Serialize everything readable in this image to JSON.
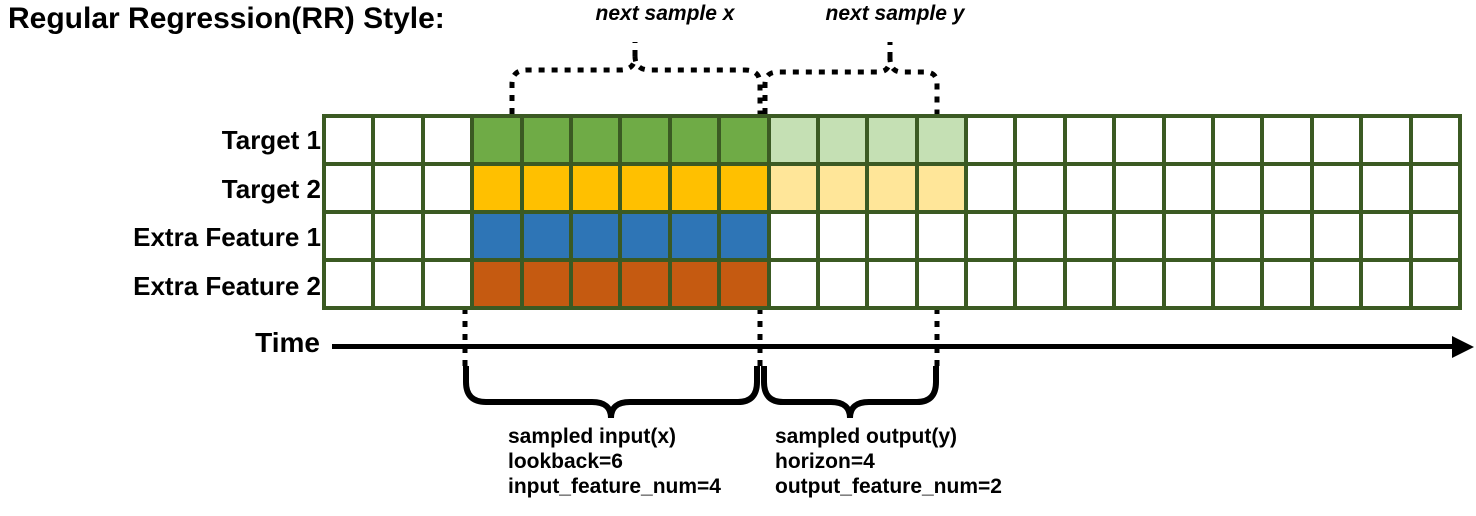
{
  "title": "Regular Regression(RR) Style:",
  "row_labels": [
    "Target 1",
    "Target 2",
    "Extra Feature 1",
    "Extra Feature 2"
  ],
  "time": {
    "label": "Time",
    "arrow": "right-arrow-icon"
  },
  "top_annotations": [
    {
      "text": "next sample x"
    },
    {
      "text": "next sample y"
    }
  ],
  "bottom_annotations": [
    {
      "line1": "sampled input(x)",
      "line2": "lookback=6",
      "line3": "input_feature_num=4"
    },
    {
      "line1": "sampled output(y)",
      "line2": "horizon=4",
      "line3": "output_feature_num=2"
    }
  ],
  "grid": {
    "columns": 23,
    "rows": 4,
    "border_color": "#3b5a23",
    "empty_color": "#ffffff",
    "cell_colors": [
      [
        "#ffffff",
        "#ffffff",
        "#ffffff",
        "#6fab46",
        "#6fab46",
        "#6fab46",
        "#6fab46",
        "#6fab46",
        "#6fab46",
        "#c5e0b4",
        "#c5e0b4",
        "#c5e0b4",
        "#c5e0b4",
        "#ffffff",
        "#ffffff",
        "#ffffff",
        "#ffffff",
        "#ffffff",
        "#ffffff",
        "#ffffff",
        "#ffffff",
        "#ffffff",
        "#ffffff"
      ],
      [
        "#ffffff",
        "#ffffff",
        "#ffffff",
        "#ffc000",
        "#ffc000",
        "#ffc000",
        "#ffc000",
        "#ffc000",
        "#ffc000",
        "#ffe699",
        "#ffe699",
        "#ffe699",
        "#ffe699",
        "#ffffff",
        "#ffffff",
        "#ffffff",
        "#ffffff",
        "#ffffff",
        "#ffffff",
        "#ffffff",
        "#ffffff",
        "#ffffff",
        "#ffffff"
      ],
      [
        "#ffffff",
        "#ffffff",
        "#ffffff",
        "#2e75b6",
        "#2e75b6",
        "#2e75b6",
        "#2e75b6",
        "#2e75b6",
        "#2e75b6",
        "#ffffff",
        "#ffffff",
        "#ffffff",
        "#ffffff",
        "#ffffff",
        "#ffffff",
        "#ffffff",
        "#ffffff",
        "#ffffff",
        "#ffffff",
        "#ffffff",
        "#ffffff",
        "#ffffff",
        "#ffffff"
      ],
      [
        "#ffffff",
        "#ffffff",
        "#ffffff",
        "#c55a11",
        "#c55a11",
        "#c55a11",
        "#c55a11",
        "#c55a11",
        "#c55a11",
        "#ffffff",
        "#ffffff",
        "#ffffff",
        "#ffffff",
        "#ffffff",
        "#ffffff",
        "#ffffff",
        "#ffffff",
        "#ffffff",
        "#ffffff",
        "#ffffff",
        "#ffffff",
        "#ffffff",
        "#ffffff"
      ]
    ]
  },
  "colors": {
    "target1": "#6fab46",
    "target1_light": "#c5e0b4",
    "target2": "#ffc000",
    "target2_light": "#ffe699",
    "extra1": "#2e75b6",
    "extra2": "#c55a11",
    "grid_border": "#3b5a23",
    "ink": "#000000"
  }
}
